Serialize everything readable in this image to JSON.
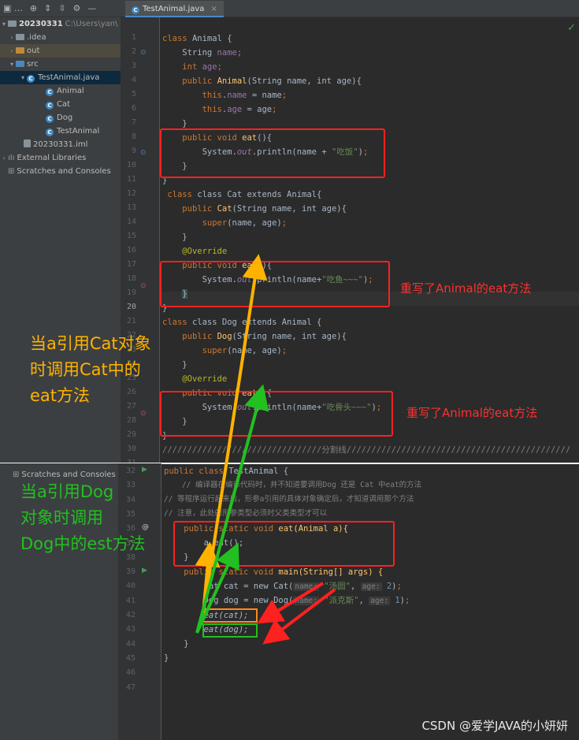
{
  "project": {
    "root_name": "20230331",
    "root_path": "C:\\Users\\yan\\",
    "items": [
      {
        "label": ".idea"
      },
      {
        "label": "out"
      },
      {
        "label": "src"
      },
      {
        "label": "TestAnimal.java"
      },
      {
        "label": "Animal"
      },
      {
        "label": "Cat"
      },
      {
        "label": "Dog"
      },
      {
        "label": "TestAnimal"
      },
      {
        "label": "20230331.iml"
      },
      {
        "label": "External Libraries"
      },
      {
        "label": "Scratches and Consoles"
      }
    ],
    "bottom_item": "Scratches and Consoles"
  },
  "editor": {
    "tab_title": "TestAnimal.java",
    "lines_top": [
      "1",
      "2",
      "3",
      "4",
      "5",
      "6",
      "7",
      "8",
      "9",
      "10",
      "11",
      "12",
      "13",
      "14",
      "15",
      "16",
      "17",
      "18",
      "19",
      "20",
      "21",
      "22",
      "23",
      "24",
      "25",
      "26",
      "27",
      "28",
      "29",
      "30",
      "31"
    ],
    "lines_bottom": [
      "32",
      "33",
      "34",
      "35",
      "36",
      "37",
      "38",
      "39",
      "40",
      "41",
      "42",
      "43",
      "44",
      "45",
      "46",
      "47"
    ],
    "divider_text": "分割线",
    "code": {
      "animal_decl": "Animal",
      "field_name": "name",
      "field_age": "age",
      "ctor_params": "(String name, int age){",
      "this_name": "name",
      "this_age": "age",
      "eat_method": "eat",
      "println_prefix": "System.",
      "out": "out",
      "println_animal": ".println(name + ",
      "str_animal": "\"吃饭\"",
      "cat_decl": "class Cat extends Animal{",
      "override": "@Override",
      "str_cat": "\"吃鱼~~~\"",
      "dog_decl": "class Dog extends Animal {",
      "str_dog": "\"吃骨头~~~\"",
      "testanimal_decl": "TestAnimal",
      "comment1": "// 编译器在编译代码时，并不知道要调用Dog 还是 Cat 中eat的方法",
      "comment2": "// 等程序运行起来后，形参a引用的具体对象确定后，才知道调用那个方法",
      "comment3": "// 注意，此处的形参类型必须时父类类型才可以",
      "static_eat": "eat(Animal a){",
      "a_eat": "a.eat();",
      "main_sig": "main(String[] args) {",
      "cat_new": "Cat cat = new Cat(",
      "hint_name": "name:",
      "str_tangyuan": "\"汤圆\"",
      "hint_age": "age:",
      "num_2": "2",
      "dog_new": "Dog dog = new Dog(",
      "str_faks": "\"派克斯\"",
      "num_1": "1",
      "call_cat": "eat(cat);",
      "call_dog": "eat(dog);"
    }
  },
  "annotations": {
    "override_cat": "重写了Animal的eat方法",
    "override_dog": "重写了Animal的eat方法",
    "yellow_note": [
      "当a引用Cat对象",
      "时调用Cat中的",
      "eat方法"
    ],
    "green_note": [
      "当a引用Dog",
      "对象时调用",
      "Dog中的est方法"
    ]
  },
  "watermark": "CSDN @爱学JAVA的小妍妍",
  "colors": {
    "keyword": "#cc7832",
    "method": "#ffc66d",
    "field": "#9876aa",
    "string": "#6a8759",
    "annotation": "#bbb529",
    "red_box": "#ff2020",
    "yellow_arrow": "#ffb300",
    "green_arrow": "#22c020"
  }
}
